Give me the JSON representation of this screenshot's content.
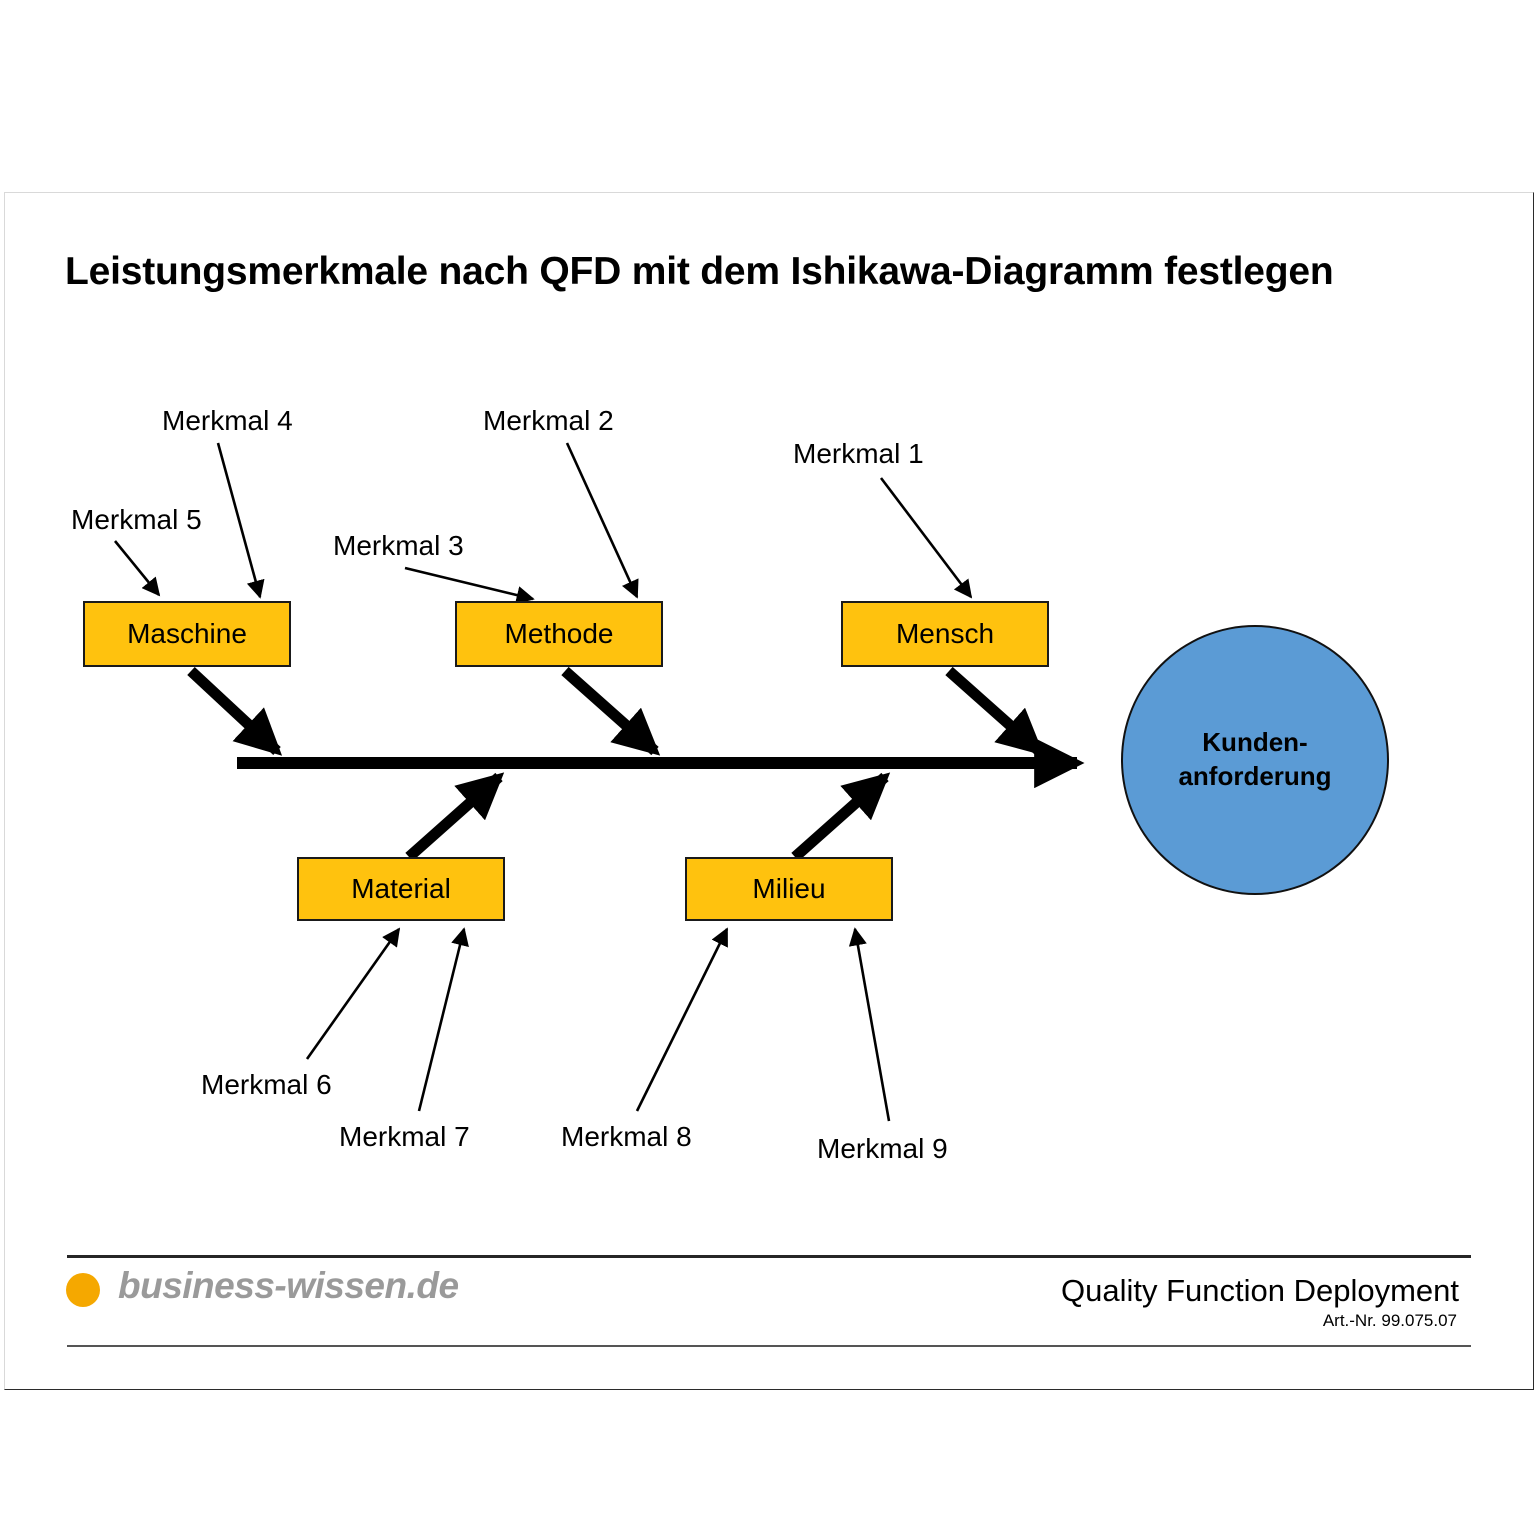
{
  "slide": {
    "title": "Leistungsmerkmale nach QFD mit dem Ishikawa-Diagramm festlegen"
  },
  "diagram": {
    "type": "ishikawa-fishbone",
    "effect": {
      "label_line1": "Kunden-",
      "label_line2": "anforderung",
      "shape": "circle",
      "fill_color": "#5B9BD5"
    },
    "categories": [
      {
        "id": "maschine",
        "label": "Maschine",
        "position": "top",
        "fill_color": "#FFC20E"
      },
      {
        "id": "methode",
        "label": "Methode",
        "position": "top",
        "fill_color": "#FFC20E"
      },
      {
        "id": "mensch",
        "label": "Mensch",
        "position": "top",
        "fill_color": "#FFC20E"
      },
      {
        "id": "material",
        "label": "Material",
        "position": "bottom",
        "fill_color": "#FFC20E"
      },
      {
        "id": "milieu",
        "label": "Milieu",
        "position": "bottom",
        "fill_color": "#FFC20E"
      }
    ],
    "causes": [
      {
        "id": "m1",
        "label": "Merkmal 1",
        "target": "mensch"
      },
      {
        "id": "m2",
        "label": "Merkmal 2",
        "target": "methode"
      },
      {
        "id": "m3",
        "label": "Merkmal 3",
        "target": "methode"
      },
      {
        "id": "m4",
        "label": "Merkmal 4",
        "target": "maschine"
      },
      {
        "id": "m5",
        "label": "Merkmal 5",
        "target": "maschine"
      },
      {
        "id": "m6",
        "label": "Merkmal 6",
        "target": "material"
      },
      {
        "id": "m7",
        "label": "Merkmal 7",
        "target": "material"
      },
      {
        "id": "m8",
        "label": "Merkmal 8",
        "target": "milieu"
      },
      {
        "id": "m9",
        "label": "Merkmal 9",
        "target": "milieu"
      }
    ]
  },
  "footer": {
    "logo_text": "business-wissen.de",
    "doc_title": "Quality Function Deployment",
    "art_nr": "Art.-Nr. 99.075.07"
  }
}
